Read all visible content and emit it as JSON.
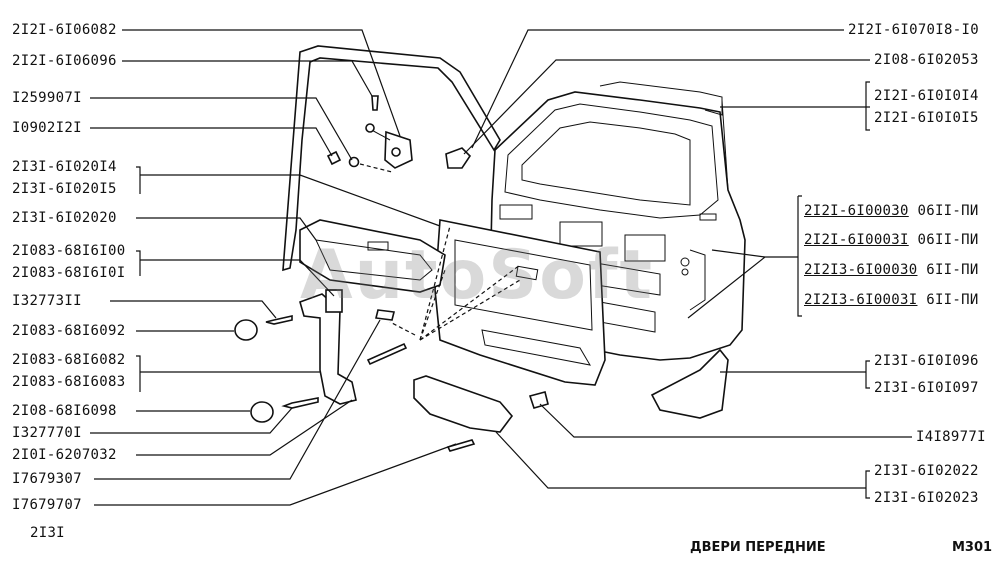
{
  "title": "ДВЕРИ ПЕРЕДНИЕ",
  "page_code": "M301",
  "model": "2I3I",
  "watermark": "AutoSoft",
  "labels_left": [
    {
      "id": "l1",
      "lines": [
        "2I2I-6I06082"
      ]
    },
    {
      "id": "l2",
      "lines": [
        "2I2I-6I06096"
      ]
    },
    {
      "id": "l3",
      "lines": [
        "I259907I"
      ]
    },
    {
      "id": "l4",
      "lines": [
        "I0902I2I"
      ]
    },
    {
      "id": "l5",
      "lines": [
        "2I3I-6I020I4",
        "2I3I-6I020I5"
      ]
    },
    {
      "id": "l6",
      "lines": [
        "2I3I-6I02020"
      ]
    },
    {
      "id": "l7",
      "lines": [
        "2I083-68I6I00",
        "2I083-68I6I0I"
      ]
    },
    {
      "id": "l8",
      "lines": [
        "I32773II"
      ]
    },
    {
      "id": "l9",
      "lines": [
        "2I083-68I6092"
      ]
    },
    {
      "id": "l10",
      "lines": [
        "2I083-68I6082",
        "2I083-68I6083"
      ]
    },
    {
      "id": "l11",
      "lines": [
        "2I08-68I6098"
      ]
    },
    {
      "id": "l12",
      "lines": [
        "I327770I"
      ]
    },
    {
      "id": "l13",
      "lines": [
        "2I0I-6207032"
      ]
    },
    {
      "id": "l14",
      "lines": [
        "I7679307"
      ]
    },
    {
      "id": "l15",
      "lines": [
        "I7679707"
      ]
    }
  ],
  "labels_right": [
    {
      "id": "r1",
      "lines": [
        "2I2I-6I070I8-I0"
      ]
    },
    {
      "id": "r2",
      "lines": [
        "2I08-6I02053"
      ]
    },
    {
      "id": "r3",
      "lines": [
        "2I2I-6I0I0I4",
        "2I2I-6I0I0I5"
      ]
    },
    {
      "id": "r4",
      "lines": [
        "2I2I-6I00030",
        "2I2I-6I0003I",
        "2I2I3-6I00030",
        "2I2I3-6I0003I"
      ],
      "suffix": [
        "06II-ПИ",
        "06II-ПИ",
        "6II-ПИ",
        "6II-ПИ"
      ]
    },
    {
      "id": "r5",
      "lines": [
        "2I3I-6I0I096",
        "2I3I-6I0I097"
      ]
    },
    {
      "id": "r6",
      "lines": [
        "I4I8977I"
      ]
    },
    {
      "id": "r7",
      "lines": [
        "2I3I-6I02022",
        "2I3I-6I02023"
      ]
    }
  ]
}
